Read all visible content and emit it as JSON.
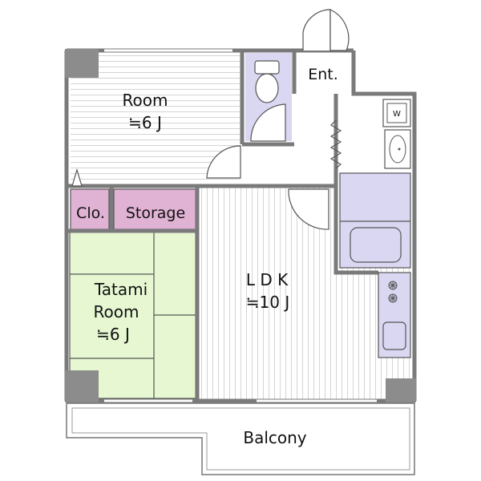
{
  "floorplan": {
    "rooms": {
      "room": {
        "name": "Room",
        "size": "≒6 J"
      },
      "tatami": {
        "name_line1": "Tatami",
        "name_line2": "Room",
        "size": "≒6 J"
      },
      "ldk": {
        "name": "L D K",
        "size": "≒10 J"
      },
      "closet": {
        "name": "Clo."
      },
      "storage": {
        "name": "Storage"
      },
      "entrance": {
        "name": "Ent."
      },
      "balcony": {
        "name": "Balcony"
      }
    },
    "fixtures": {
      "washer_mark": "W"
    },
    "colors": {
      "wall": "#7a7a7a",
      "room_floor": "#ffffff",
      "tatami": "#e6f7d2",
      "storage": "#e0b2d4",
      "wet_area": "#d9d7f2",
      "pillar": "#8c8c8c",
      "hatch_line": "#d6d6d6"
    }
  }
}
